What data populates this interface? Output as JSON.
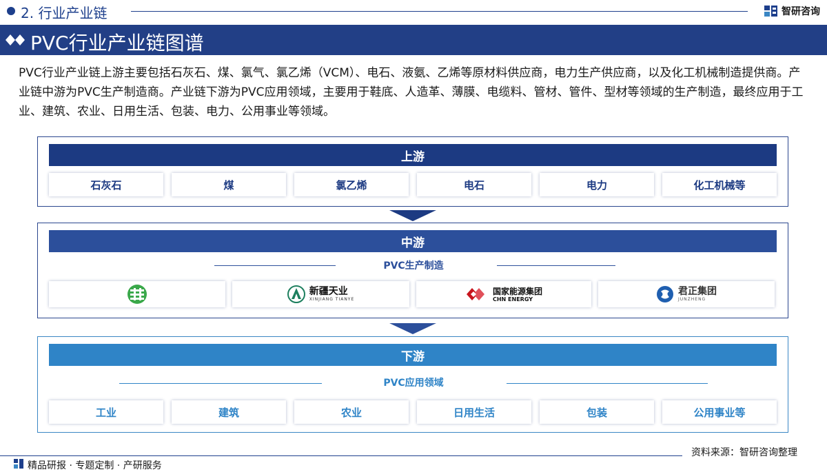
{
  "header": {
    "section": "2. 行业产业链",
    "brand": "智研咨询"
  },
  "title": "PVC行业产业链图谱",
  "intro": "PVC行业产业链上游主要包括石灰石、煤、氯气、氯乙烯（VCM）、电石、液氨、乙烯等原材料供应商，电力生产供应商，以及化工机械制造提供商。产业链中游为PVC生产制造商。产业链下游为PVC应用领域，主要用于鞋底、人造革、薄膜、电缆料、管材、管件、型材等领域的生产制造，最终应用于工业、建筑、农业、日用生活、包装、电力、公用事业等领域。",
  "upstream": {
    "label": "上游",
    "items": [
      "石灰石",
      "煤",
      "氯乙烯",
      "电石",
      "电力",
      "化工机械等"
    ]
  },
  "midstream": {
    "label": "中游",
    "subtitle": "PVC生产制造",
    "logos": [
      {
        "icon": "company-green-logo",
        "color": "#3aa84a"
      },
      {
        "icon": "xinjiang-tianye-logo",
        "name": "新疆天业",
        "en": "XINJIANG TIANYE",
        "color": "#1d7f5e"
      },
      {
        "icon": "chn-energy-logo",
        "name": "国家能源集团",
        "en": "CHN ENERGY",
        "color": "#c8151d"
      },
      {
        "icon": "junzheng-logo",
        "name": "君正集团",
        "en": "JUNZHENG",
        "color": "#1f5fb0"
      }
    ]
  },
  "downstream": {
    "label": "下游",
    "subtitle": "PVC应用领域",
    "items": [
      "工业",
      "建筑",
      "农业",
      "日用生活",
      "包装",
      "公用事业等"
    ]
  },
  "footer": {
    "source": "资料来源：智研咨询整理",
    "slogan": "精品研报 · 专题定制 · 产研服务"
  },
  "colors": {
    "navy": "#223f86",
    "mid_blue": "#2c4f9b",
    "light_blue": "#2f84c7"
  }
}
